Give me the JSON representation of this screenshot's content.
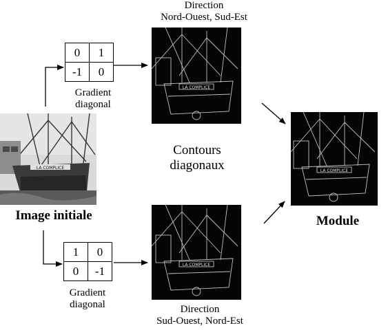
{
  "top_direction": [
    "Direction",
    "Nord-Ouest, Sud-Est"
  ],
  "bottom_direction": [
    "Direction",
    "Sud-Ouest, Nord-Est"
  ],
  "kernel_top": [
    [
      "0",
      "1"
    ],
    [
      "-1",
      "0"
    ]
  ],
  "kernel_bottom": [
    [
      "1",
      "0"
    ],
    [
      "0",
      "-1"
    ]
  ],
  "kernel_caption": [
    "Gradient",
    "diagonal"
  ],
  "center_label": [
    "Contours",
    "diagonaux"
  ],
  "input_label": "Image initiale",
  "output_label": "Module",
  "images": {
    "input": {
      "plate_text": "LA COMPLICE"
    },
    "top_edges": {
      "plate_text": "LA COMPLICE"
    },
    "bottom_edges": {
      "plate_text": "LA COMPLICE"
    },
    "module": {
      "plate_text": "LA COMPLICE"
    }
  },
  "colors": {
    "line": "#000000",
    "edge_bg": "#050505",
    "edge_line": "#d8d8d8",
    "photo_sky": "#dadada"
  }
}
